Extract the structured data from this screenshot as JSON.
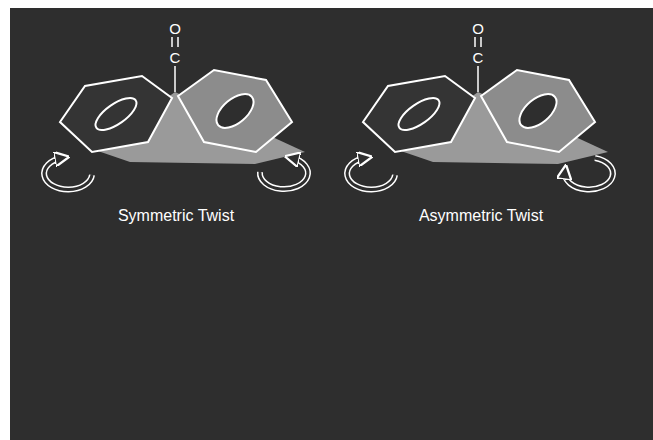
{
  "diagram": {
    "labels": [
      "O",
      "C",
      "O",
      "C",
      "Symmetric Twist",
      "Asymmetric Twist"
    ]
  }
}
